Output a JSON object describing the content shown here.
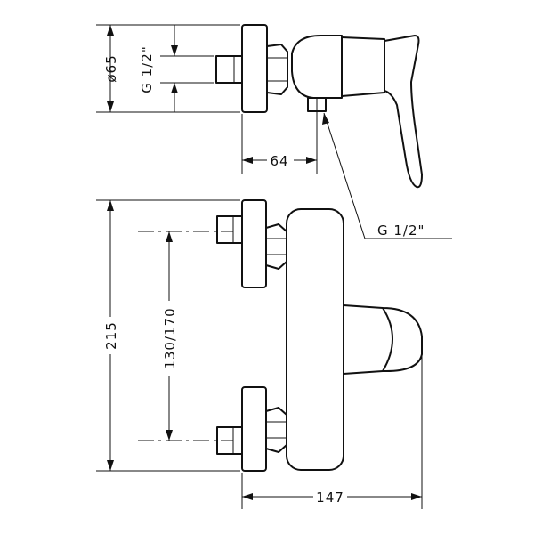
{
  "dimensions": {
    "diameter": "ø65",
    "thread_top_left": "G 1/2\"",
    "offset_top": "64",
    "thread_outlet": "G 1/2\"",
    "height": "215",
    "centers": "130/170",
    "depth": "147"
  }
}
